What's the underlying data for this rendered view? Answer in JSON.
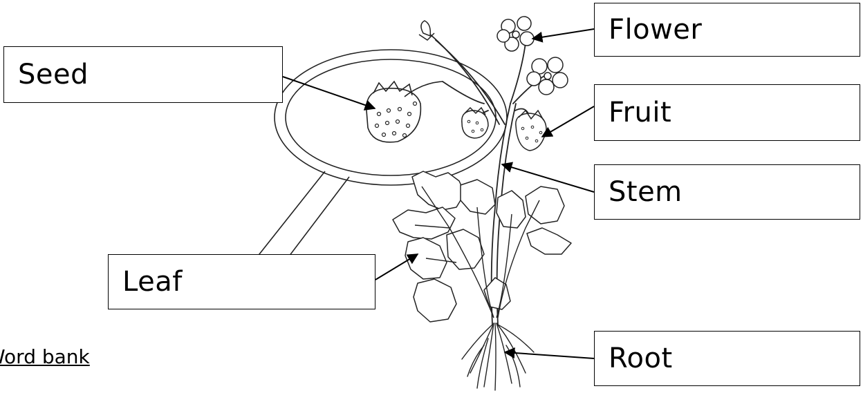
{
  "diagram": {
    "labels": {
      "seed": "Seed",
      "flower": "Flower",
      "fruit": "Fruit",
      "stem": "Stem",
      "leaf": "Leaf",
      "root": "Root"
    },
    "word_bank": "Word bank"
  }
}
